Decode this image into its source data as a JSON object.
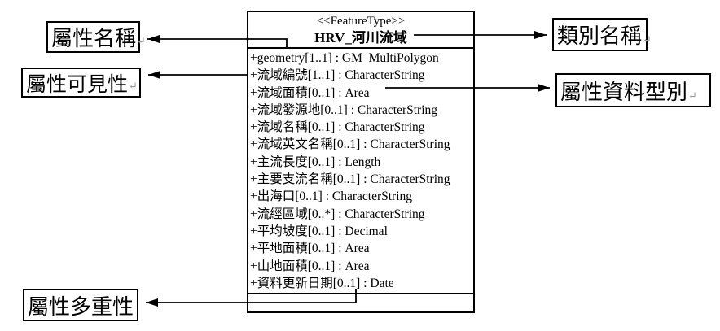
{
  "diagram": {
    "class_box": {
      "stereotype": "<<FeatureType>>",
      "name": "HRV_河川流域",
      "attributes": [
        "+geometry[1..1] : GM_MultiPolygon",
        "+流域編號[1..1] : CharacterString",
        "+流域面積[0..1] : Area",
        "+流域發源地[0..1] : CharacterString",
        "+流域名稱[0..1] : CharacterString",
        "+流域英文名稱[0..1] : CharacterString",
        "+主流長度[0..1] : Length",
        "+主要支流名稱[0..1] : CharacterString",
        "+出海口[0..1] : CharacterString",
        "+流經區域[0..*] : CharacterString",
        "+平均坡度[0..1] : Decimal",
        "+平地面積[0..1] : Area",
        "+山地面積[0..1] : Area",
        "+資料更新日期[0..1] : Date"
      ],
      "operations": []
    },
    "labels": {
      "attribute_name": {
        "text": "屬性名稱",
        "mark": "↵"
      },
      "attribute_visibility": {
        "text": "屬性可見性",
        "mark": "↵"
      },
      "attribute_multiplicity": {
        "text": "屬性多重性",
        "mark": ""
      },
      "class_name": {
        "text": "類別名稱",
        "mark": "↵"
      },
      "attribute_datatype": {
        "text": "屬性資料型別",
        "mark": "↵"
      }
    },
    "colors": {
      "line": "#000000",
      "background": "#ffffff",
      "text": "#000000"
    }
  }
}
